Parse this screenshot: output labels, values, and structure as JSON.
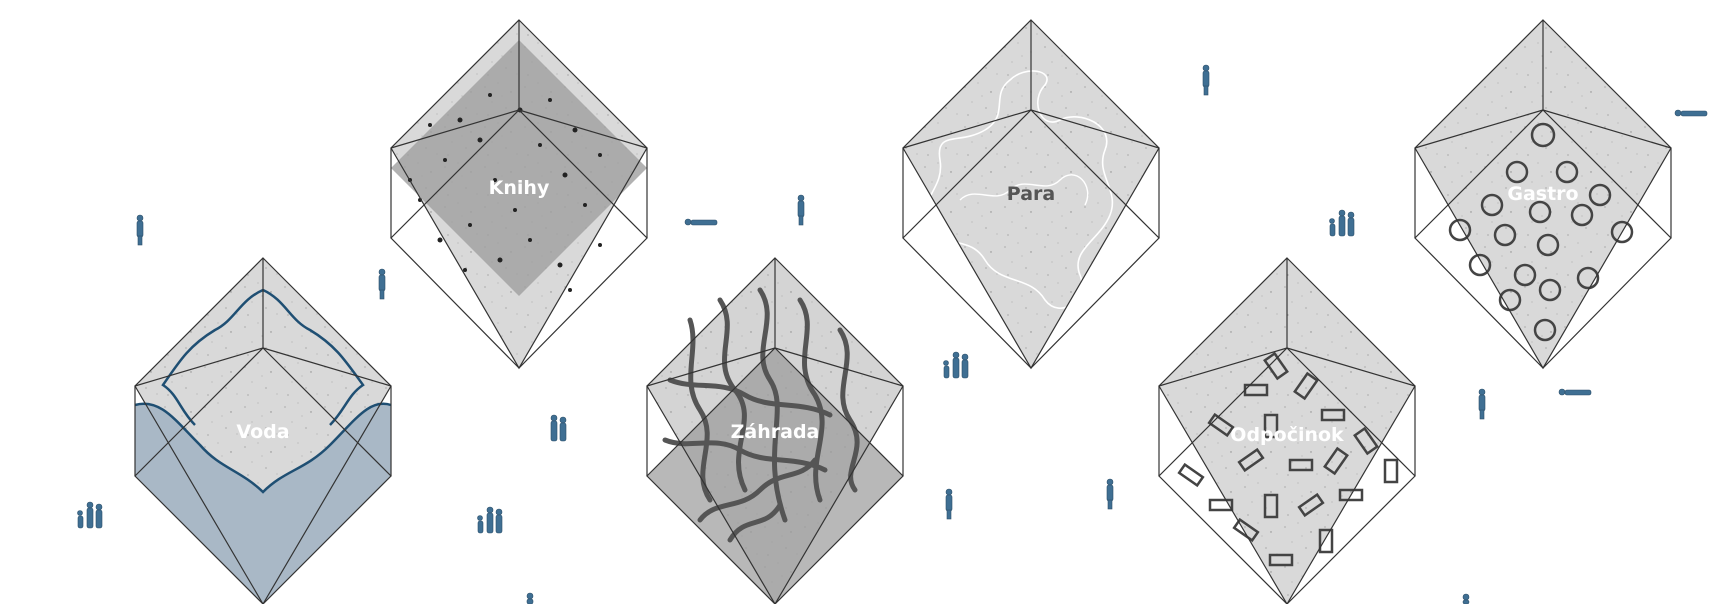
{
  "modules": [
    {
      "id": "voda",
      "label": "Voda",
      "theme": "water"
    },
    {
      "id": "knihy",
      "label": "Knihy",
      "theme": "books"
    },
    {
      "id": "zahrada",
      "label": "Záhrada",
      "theme": "garden"
    },
    {
      "id": "para",
      "label": "Para",
      "theme": "steam"
    },
    {
      "id": "odpocinok",
      "label": "Odpočinok",
      "theme": "benches"
    },
    {
      "id": "gastro",
      "label": "Gastro",
      "theme": "tables"
    }
  ],
  "colors": {
    "concrete": "#d9d9d9",
    "concrete_dark": "#c6c6c6",
    "water": "#a9b8c6",
    "water_line": "#1f4f73",
    "books_band": "#9f9f9f",
    "garden": "#9a9a9a",
    "figure": "#3f6f93",
    "label": "#ffffff"
  },
  "icons": [
    "person-icon",
    "family-icon",
    "reclining-person-icon"
  ]
}
